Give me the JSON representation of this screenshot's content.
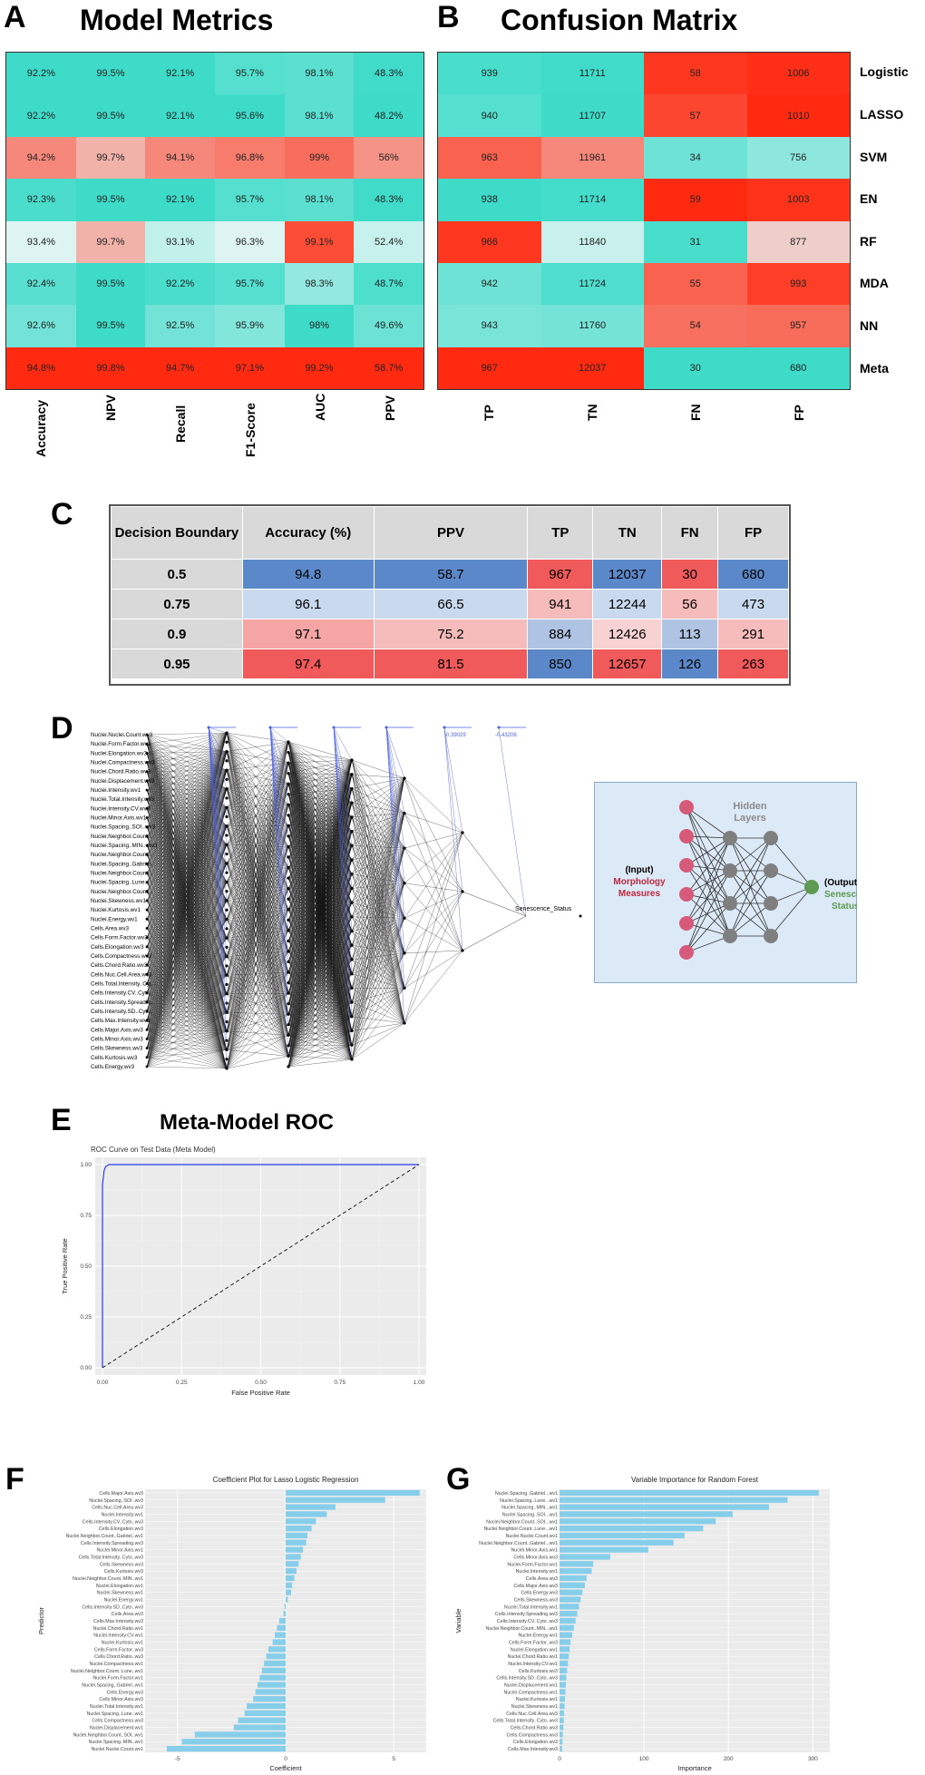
{
  "panels": {
    "a": {
      "letter": "A",
      "title": "Model Metrics"
    },
    "b": {
      "letter": "B",
      "title": "Confusion Matrix"
    },
    "c": {
      "letter": "C"
    },
    "d": {
      "letter": "D"
    },
    "e": {
      "letter": "E",
      "title": "Meta-Model ROC"
    },
    "f": {
      "letter": "F"
    },
    "g": {
      "letter": "G"
    }
  },
  "colors": {
    "teal": "#3ddbc8",
    "red": "#ff2a10",
    "pale": "#eaf6f6",
    "blue": "#5b7fc4",
    "bar": "#87ceeb",
    "nn_blue": "#4a5ee0"
  },
  "chart_data": [
    {
      "type": "heatmap",
      "id": "model-metrics",
      "columns": [
        "Accuracy",
        "NPV",
        "Recall",
        "F1-Score",
        "AUC",
        "PPV"
      ],
      "rows": [
        "Logistic",
        "LASSO",
        "SVM",
        "EN",
        "RF",
        "MDA",
        "NN",
        "Meta"
      ],
      "labels": [
        [
          "92.2%",
          "99.5%",
          "92.1%",
          "95.7%",
          "98.1%",
          "48.3%"
        ],
        [
          "92.2%",
          "99.5%",
          "92.1%",
          "95.6%",
          "98.1%",
          "48.2%"
        ],
        [
          "94.2%",
          "99.7%",
          "94.1%",
          "96.8%",
          "99%",
          "56%"
        ],
        [
          "92.3%",
          "99.5%",
          "92.1%",
          "95.7%",
          "98.1%",
          "48.3%"
        ],
        [
          "93.4%",
          "99.7%",
          "93.1%",
          "96.3%",
          "99.1%",
          "52.4%"
        ],
        [
          "92.4%",
          "99.5%",
          "92.2%",
          "95.7%",
          "98.3%",
          "48.7%"
        ],
        [
          "92.6%",
          "99.5%",
          "92.5%",
          "95.9%",
          "98%",
          "49.6%"
        ],
        [
          "94.8%",
          "99.8%",
          "94.7%",
          "97.1%",
          "99.2%",
          "58.7%"
        ]
      ],
      "values": [
        [
          92.2,
          99.5,
          92.1,
          95.7,
          98.1,
          48.3
        ],
        [
          92.2,
          99.5,
          92.1,
          95.6,
          98.1,
          48.2
        ],
        [
          94.2,
          99.7,
          94.1,
          96.8,
          99.0,
          56.0
        ],
        [
          92.3,
          99.5,
          92.1,
          95.7,
          98.1,
          48.3
        ],
        [
          93.4,
          99.7,
          93.1,
          96.3,
          99.1,
          52.4
        ],
        [
          92.4,
          99.5,
          92.2,
          95.7,
          98.3,
          48.7
        ],
        [
          92.6,
          99.5,
          92.5,
          95.9,
          98.0,
          49.6
        ],
        [
          94.8,
          99.8,
          94.7,
          97.1,
          99.2,
          58.7
        ]
      ]
    },
    {
      "type": "heatmap",
      "id": "confusion-matrix",
      "columns": [
        "TP",
        "TN",
        "FN",
        "FP"
      ],
      "rows": [
        "Logistic",
        "LASSO",
        "SVM",
        "EN",
        "RF",
        "MDA",
        "NN",
        "Meta"
      ],
      "values": [
        [
          939,
          11711,
          58,
          1006
        ],
        [
          940,
          11707,
          57,
          1010
        ],
        [
          963,
          11961,
          34,
          756
        ],
        [
          938,
          11714,
          59,
          1003
        ],
        [
          966,
          11840,
          31,
          877
        ],
        [
          942,
          11724,
          55,
          993
        ],
        [
          943,
          11760,
          54,
          957
        ],
        [
          967,
          12037,
          30,
          680
        ]
      ]
    },
    {
      "type": "table",
      "id": "decision-boundary",
      "headers": [
        "Decision Boundary",
        "Accuracy (%)",
        "PPV",
        "TP",
        "TN",
        "FN",
        "FP"
      ],
      "rows": [
        [
          "0.5",
          "94.8",
          "58.7",
          "967",
          "12037",
          "30",
          "680"
        ],
        [
          "0.75",
          "96.1",
          "66.5",
          "941",
          "12244",
          "56",
          "473"
        ],
        [
          "0.9",
          "97.1",
          "75.2",
          "884",
          "12426",
          "113",
          "291"
        ],
        [
          "0.95",
          "97.4",
          "81.5",
          "850",
          "12657",
          "126",
          "263"
        ]
      ],
      "cell_colors": [
        [
          "#d9d9d9",
          "#5b88c8",
          "#5b88c8",
          "#f05a5a",
          "#5b88c8",
          "#f05a5a",
          "#5b88c8"
        ],
        [
          "#d9d9d9",
          "#c9d9ee",
          "#c9d9ee",
          "#f6bcbc",
          "#c9d9ee",
          "#f6bcbc",
          "#c9d9ee"
        ],
        [
          "#d9d9d9",
          "#f6a5a5",
          "#f6bcbc",
          "#aec4e2",
          "#f8d2d2",
          "#aec4e2",
          "#f6bcbc"
        ],
        [
          "#d9d9d9",
          "#f05a5a",
          "#f05a5a",
          "#5b88c8",
          "#f05a5a",
          "#5b88c8",
          "#f05a5a"
        ]
      ]
    },
    {
      "type": "diagram",
      "id": "neural-network",
      "inputs": [
        "Nuclei.Nuclei.Count.wv3",
        "Nuclei.Form.Factor.wv1",
        "Nuclei.Elongation.wv3",
        "Nuclei.Compactness.wv3",
        "Nuclei.Chord.Ratio.wv3",
        "Nuclei.Displacement.wv3",
        "Nuclei.Intensity.wv1",
        "Nuclei.Total.Intensity.wv3",
        "Nuclei.Intensity.CV.wv3",
        "Nuclei.Minor.Axis.wv1",
        "Nuclei.Spacing..SOI..wv3",
        "Nuclei.Neighbor.Count...",
        "Nuclei.Spacing..MIN...wv3",
        "Nuclei.Neighbor.Count...",
        "Nuclei.Spacing..Gabriel...",
        "Nuclei.Neighbor.Count...",
        "Nuclei.Spacing..Lune...",
        "Nuclei.Neighbor.Count...",
        "Nuclei.Skewness.wv1",
        "Nuclei.Kurtosis.wv1",
        "Nuclei.Energy.wv1",
        "Cells.Area.wv3",
        "Cells.Form.Factor.wv3",
        "Cells.Elongation.wv3",
        "Cells.Compactness.wv3",
        "Cells.Chord.Ratio.wv3",
        "Cells.Nuc.Cell.Area.wv3",
        "Cells.Total.Intensity..Cyt...",
        "Cells.Intensity.CV..Cyt...",
        "Cells.Intensity.Spreadin...",
        "Cells.Intensity.SD..Cyt...",
        "Cells.Max.Intensity.wv3",
        "Cells.Major.Axis.wv3",
        "Cells.Minor.Axis.wv3",
        "Cells.Skewness.wv3",
        "Cells.Kurtosis.wv3",
        "Cells.Energy.wv3"
      ],
      "bias_labels": [
        "-0.39029",
        "-0.43206"
      ],
      "output": "Senescence_Status",
      "schematic": {
        "hidden": "Hidden Layers",
        "input_l1": "(Input)",
        "input_l2": "Morphology",
        "input_l3": "Measures",
        "output_l1": "(Output)",
        "output_l2": "Senescence",
        "output_l3": "Status"
      }
    },
    {
      "type": "line",
      "id": "roc",
      "title": "ROC Curve on Test Data (Meta Model)",
      "xlabel": "False Positive Rate",
      "ylabel": "True Positive Rate",
      "xlim": [
        0,
        1
      ],
      "ylim": [
        0,
        1
      ],
      "ticks": [
        "0.00",
        "0.25",
        "0.50",
        "0.75",
        "1.00"
      ],
      "series": [
        {
          "x": [
            0,
            0.0,
            0.005,
            0.01,
            0.02,
            0.05,
            1.0
          ],
          "y": [
            0,
            0.9,
            0.97,
            0.99,
            1.0,
            1.0,
            1.0
          ]
        },
        {
          "x": [
            0,
            1
          ],
          "y": [
            0,
            1
          ],
          "style": "dashed"
        }
      ]
    },
    {
      "type": "bar",
      "id": "lasso-coef",
      "title": "Coefficient Plot for Lasso Logistic Regression",
      "xlabel": "Coefficient",
      "ylabel": "Predictor",
      "xlim": [
        -6.5,
        6.5
      ],
      "xticks": [
        -5,
        0,
        5
      ],
      "categories": [
        "Cells.Major.Axis.wv3",
        "Nuclei.Spacing..SOI..wv3",
        "Cells.Nuc.Cell.Area.wv3",
        "Nuclei.Intensity.wv1",
        "Cells.Intensity.CV..Cyto..wv3",
        "Cells.Elongation.wv3",
        "Nuclei.Neighbor.Count..Gabriel..wv1",
        "Cells.Intensity.Spreading.wv3",
        "Nuclei.Minor.Axis.wv1",
        "Cells.Total.Intensity..Cyto..wv3",
        "Cells.Skewness.wv3",
        "Cells.Kurtosis.wv3",
        "Nuclei.Neighbor.Count..MIN..wv1",
        "Nuclei.Elongation.wv1",
        "Nuclei.Skewness.wv1",
        "Nuclei.Energy.wv1",
        "Cells.Intensity.SD..Cyto..wv3",
        "Cells.Area.wv3",
        "Cells.Max.Intensity.wv3",
        "Nuclei.Chord.Ratio.wv1",
        "Nuclei.Intensity.CV.wv1",
        "Nuclei.Kurtosis.wv1",
        "Cells.Form.Factor..wv3",
        "Cells.Chord.Ratio..wv3",
        "Nuclei.Compactness.wv1",
        "Nuclei.Neighbor.Count..Lune..wv1",
        "Nuclei.Form.Factor.wv1",
        "Nuclei.Spacing..Gabriel..wv1",
        "Cells.Energy.wv3",
        "Cells.Minor.Axis.wv3",
        "Nuclei.Total.Intensity.wv1",
        "Nuclei.Spacing..Lune..wv1",
        "Cells.Compactness.wv3",
        "Nuclei.Displacement.wv1",
        "Nuclei.Neighbor.Count..SOI..wv1",
        "Nuclei.Spacing..MIN..wv1",
        "Nuclei.Nuclei.Count.wv1"
      ],
      "values": [
        6.2,
        4.6,
        2.3,
        1.9,
        1.4,
        1.2,
        1.0,
        0.95,
        0.8,
        0.7,
        0.6,
        0.5,
        0.4,
        0.3,
        0.25,
        0.1,
        -0.05,
        -0.1,
        -0.3,
        -0.4,
        -0.5,
        -0.6,
        -0.8,
        -0.9,
        -1.0,
        -1.1,
        -1.2,
        -1.3,
        -1.4,
        -1.5,
        -1.8,
        -1.9,
        -2.2,
        -2.4,
        -4.2,
        -4.8,
        -5.5
      ]
    },
    {
      "type": "bar",
      "id": "rf-importance",
      "title": "Variable Importance for Random Forest",
      "xlabel": "Importance",
      "ylabel": "Variable",
      "xlim": [
        0,
        320
      ],
      "xticks": [
        0,
        100,
        200,
        300
      ],
      "categories": [
        "Nuclei.Spacing..Gabriel...wv1",
        "Nuclei.Spacing..Lune...wv1",
        "Nuclei.Spacing..MIN...wv1",
        "Nuclei.Spacing..SOI...wv1",
        "Nuclei.Neighbor.Count..SOI...wv1",
        "Nuclei.Neighbor.Count..Lune...wv1",
        "Nuclei.Nuclei.Count.wv1",
        "Nuclei.Neighbor.Count..Gabriel...wv1",
        "Nuclei.Minor.Axis.wv1",
        "Cells.Minor.Axis.wv3",
        "Nuclei.Form.Factor.wv1",
        "Nuclei.Intensity.wv1",
        "Cells.Area.wv3",
        "Cells.Major.Axis.wv3",
        "Cells.Energy.wv3",
        "Cells.Skewness.wv3",
        "Nuclei.Total.Intensity.wv1",
        "Cells.Intensity.Spreading.wv3",
        "Cells.Intensity.CV..Cyto..wv3",
        "Nuclei.Neighbor.Count..MIN...wv1",
        "Nuclei.Energy.wv1",
        "Cells.Form.Factor..wv3",
        "Nuclei.Elongation.wv1",
        "Nuclei.Chord.Ratio.wv1",
        "Nuclei.Intensity.CV.wv1",
        "Cells.Kurtosis.wv3",
        "Cells.Intensity.SD..Cyto..wv3",
        "Nuclei.Displacement.wv1",
        "Nuclei.Compactness.wv1",
        "Nuclei.Kurtosis.wv1",
        "Nuclei.Skewness.wv1",
        "Cells.Nuc.Cell.Area.wv3",
        "Cells.Total.Intensity..Cyto..wv3",
        "Cells.Chord.Ratio.wv3",
        "Cells.Compactness.wv3",
        "Cells.Elongation.wv3",
        "Cells.Max.Intensity.wv3"
      ],
      "values": [
        307,
        270,
        248,
        205,
        185,
        170,
        148,
        135,
        105,
        60,
        40,
        38,
        32,
        30,
        27,
        25,
        23,
        21,
        19,
        17,
        15,
        13,
        12,
        11,
        10,
        9,
        8,
        7.5,
        7,
        6.5,
        6,
        5.5,
        5,
        4.5,
        4,
        3.5,
        3
      ]
    }
  ]
}
